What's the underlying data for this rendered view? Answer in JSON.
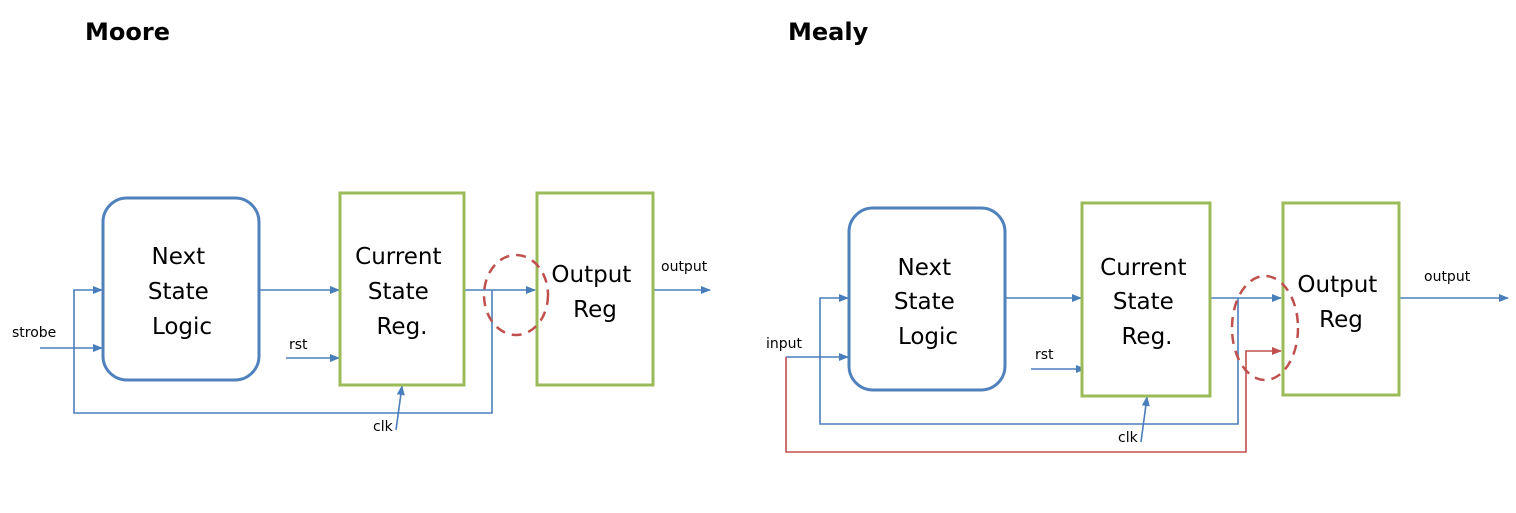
{
  "moore": {
    "title": "Moore",
    "next_state_logic": [
      "Next",
      "State",
      "Logic"
    ],
    "current_state_reg": [
      "Current",
      "State",
      "Reg."
    ],
    "output_reg": [
      "Output",
      "Reg"
    ],
    "signals": {
      "input": "strobe",
      "rst": "rst",
      "clk": "clk",
      "output": "output"
    }
  },
  "mealy": {
    "title": "Mealy",
    "next_state_logic": [
      "Next",
      "State",
      "Logic"
    ],
    "current_state_reg": [
      "Current",
      "State",
      "Reg."
    ],
    "output_reg": [
      "Output",
      "Reg"
    ],
    "signals": {
      "input": "input",
      "rst": "rst",
      "clk": "clk",
      "output": "output"
    }
  },
  "colors": {
    "logic_block": "#4f81bd",
    "register_block": "#9bbb59",
    "wire": "#4a7ebb",
    "highlight": "#c0504d"
  }
}
